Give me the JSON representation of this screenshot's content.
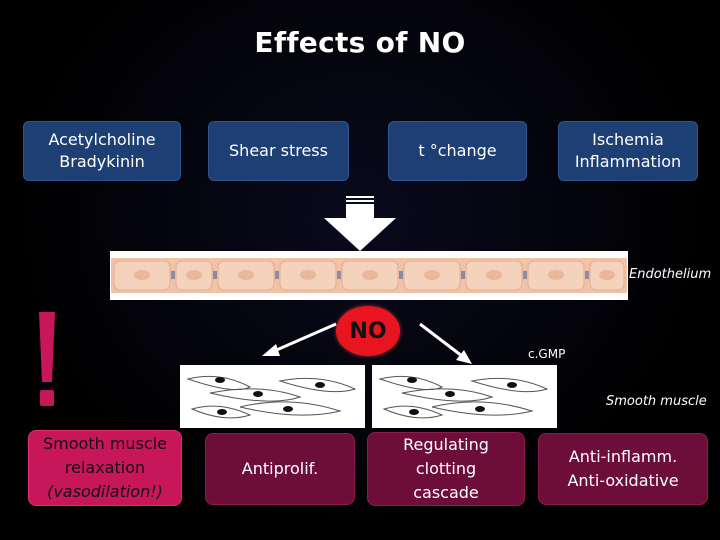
{
  "title": "Effects of NO",
  "stimuli": [
    {
      "lines": [
        "Acetylcholine",
        "Bradykinin"
      ]
    },
    {
      "lines": [
        "Shear stress"
      ]
    },
    {
      "lines": [
        "t °change"
      ]
    },
    {
      "lines": [
        "Ischemia",
        "Inflammation"
      ]
    }
  ],
  "endothelium_label": "Endothelium",
  "no_label": "NO",
  "cgmp_label": "c.GMP",
  "smooth_muscle_label": "Smooth muscle",
  "effects": [
    {
      "line1": "Smooth muscle",
      "line2": "relaxation",
      "line3": "(vasodilation!)"
    },
    {
      "line1": "Antiprolif."
    },
    {
      "line1": "Regulating",
      "line2": "clotting",
      "line3": "cascade"
    },
    {
      "line1": "Anti-inflamm.",
      "line2": "Anti-oxidative"
    }
  ],
  "colors": {
    "background": "#000000",
    "stimulus_box": "#1d3f73",
    "effect_box": "#6d0d3a",
    "highlight_box": "#c8165a",
    "no_circle": "#e8141f",
    "exclamation": "#c8165a"
  }
}
